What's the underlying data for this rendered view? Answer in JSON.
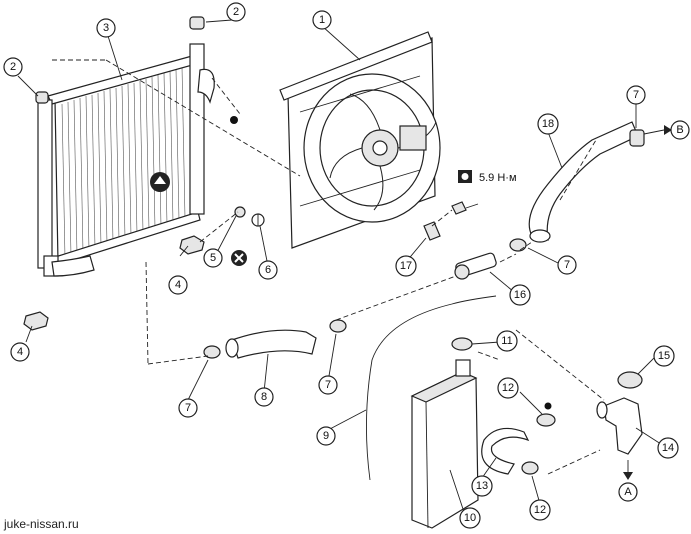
{
  "callouts": {
    "c1": "1",
    "c2a": "2",
    "c2b": "2",
    "c3": "3",
    "c4a": "4",
    "c4b": "4",
    "c5": "5",
    "c6": "6",
    "c7a": "7",
    "c7b": "7",
    "c7c": "7",
    "c7d": "7",
    "c8": "8",
    "c9": "9",
    "c10": "10",
    "c11": "11",
    "c12a": "12",
    "c12b": "12",
    "c13": "13",
    "c14": "14",
    "c15": "15",
    "c16": "16",
    "c17": "17",
    "c18": "18"
  },
  "connectors": {
    "A": "A",
    "B": "B"
  },
  "torque": {
    "value": "5.9 Н·м",
    "icon": "torque-wrench-icon"
  },
  "symbols": {
    "do_not_reuse": "circle-x-icon",
    "apply_grease": "filled-dot-icon"
  },
  "watermark": "juke-nissan.ru"
}
